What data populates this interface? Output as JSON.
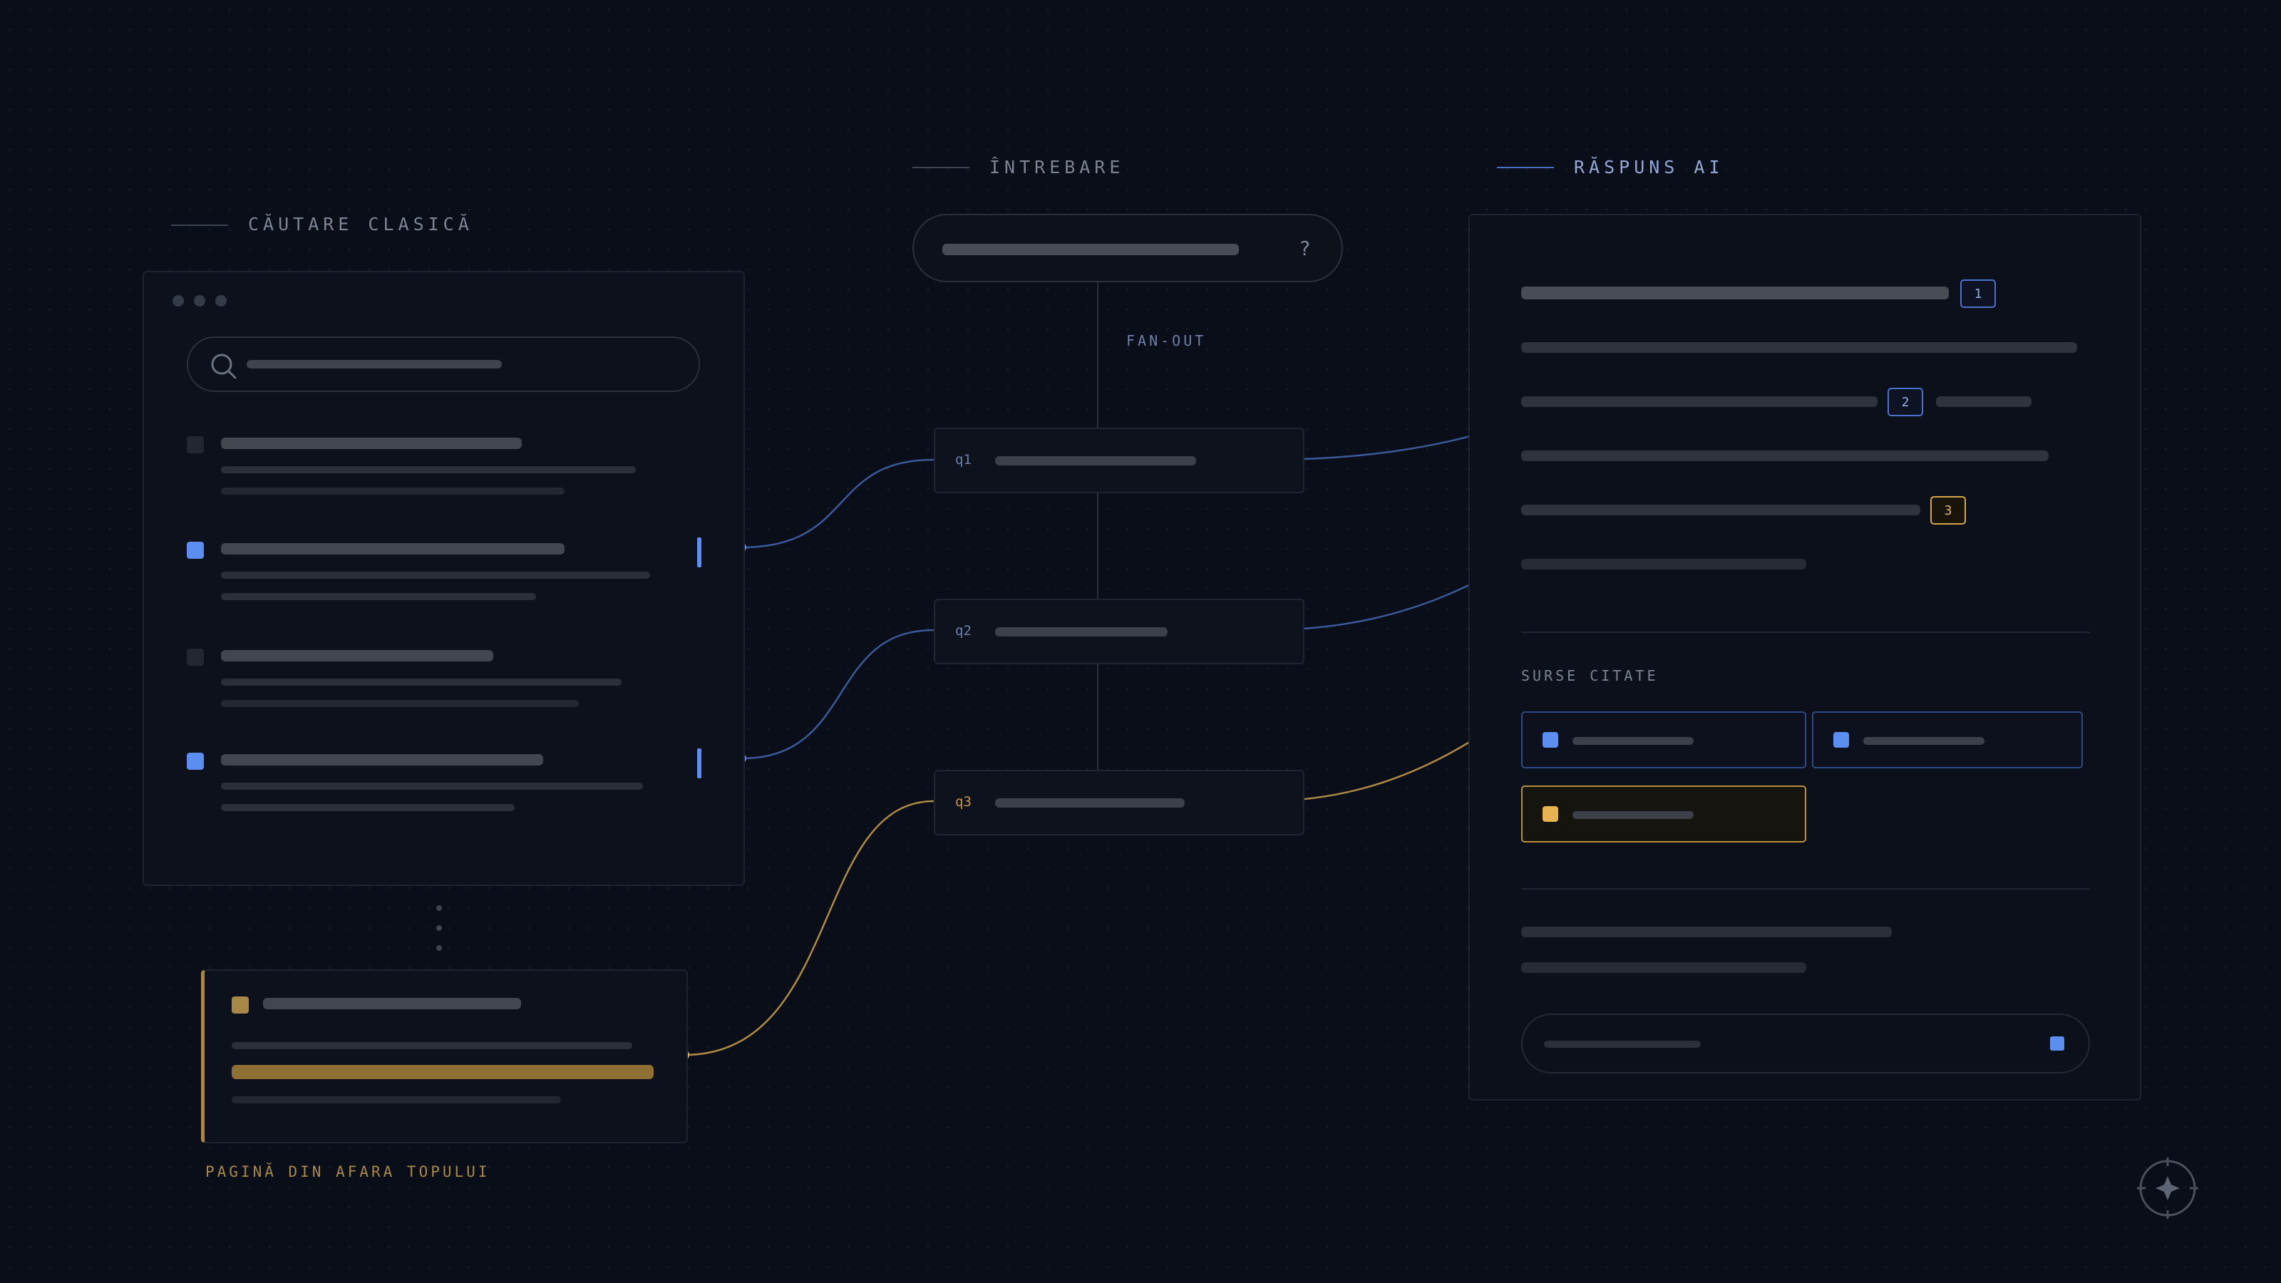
{
  "headings": {
    "left": "CĂUTARE CLASICĂ",
    "middle": "ÎNTREBARE",
    "right": "RĂSPUNS AI"
  },
  "query": {
    "icon": "?",
    "fanout_label": "FAN-OUT"
  },
  "sub_queries": [
    {
      "label": "q1",
      "highlight": "blue"
    },
    {
      "label": "q2",
      "highlight": "blue"
    },
    {
      "label": "q3",
      "highlight": "gold"
    }
  ],
  "outside_page_label": "PAGINĂ DIN AFARA TOPULUI",
  "answer": {
    "citations": [
      "1",
      "2",
      "3"
    ],
    "sources_label": "SURSE CITATE"
  },
  "colors": {
    "background": "#0a0e18",
    "accent_blue": "#5b8ef0",
    "accent_gold": "#e5b450",
    "muted_gold": "#a88849"
  },
  "icons": {
    "search": "search-icon",
    "question": "question-icon",
    "compass": "compass-icon"
  }
}
